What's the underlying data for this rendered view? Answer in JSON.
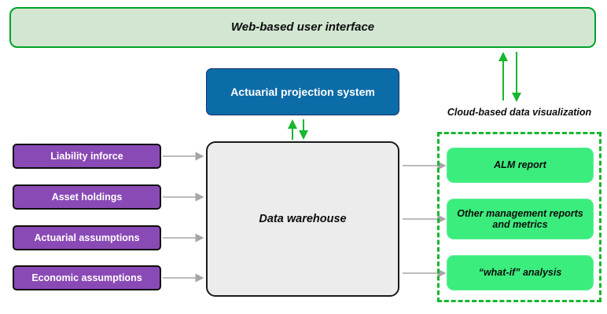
{
  "banner": {
    "label": "Web-based user interface",
    "fill": "#d2e6d2",
    "border": "#00a32a"
  },
  "projection_system": {
    "label": "Actuarial projection system",
    "fill": "#0c6ca8",
    "border": "#14306b",
    "text_color": "#ffffff"
  },
  "inputs": {
    "fill": "#8a4ab5",
    "border": "#0d0d0d",
    "items": [
      {
        "label": "Liability inforce"
      },
      {
        "label": "Asset holdings"
      },
      {
        "label": "Actuarial assumptions"
      },
      {
        "label": "Economic assumptions"
      }
    ]
  },
  "warehouse": {
    "label": "Data warehouse",
    "fill": "#ececec",
    "border": "#1a1a1a"
  },
  "cloud": {
    "label": "Cloud-based data visualization",
    "frame_border": "#17b72e",
    "box_fill": "#3bed7d",
    "items": [
      {
        "label": "ALM report"
      },
      {
        "label": "Other management reports and metrics"
      },
      {
        "label": "“what-if” analysis"
      }
    ]
  },
  "connectors": {
    "gray": "#a6a6a6",
    "green": "#17b72e",
    "input_to_warehouse_count": 4,
    "warehouse_to_cloud_count": 3,
    "bidirectional_pairs": [
      "projection-system-to-warehouse",
      "banner-to-cloud"
    ]
  }
}
